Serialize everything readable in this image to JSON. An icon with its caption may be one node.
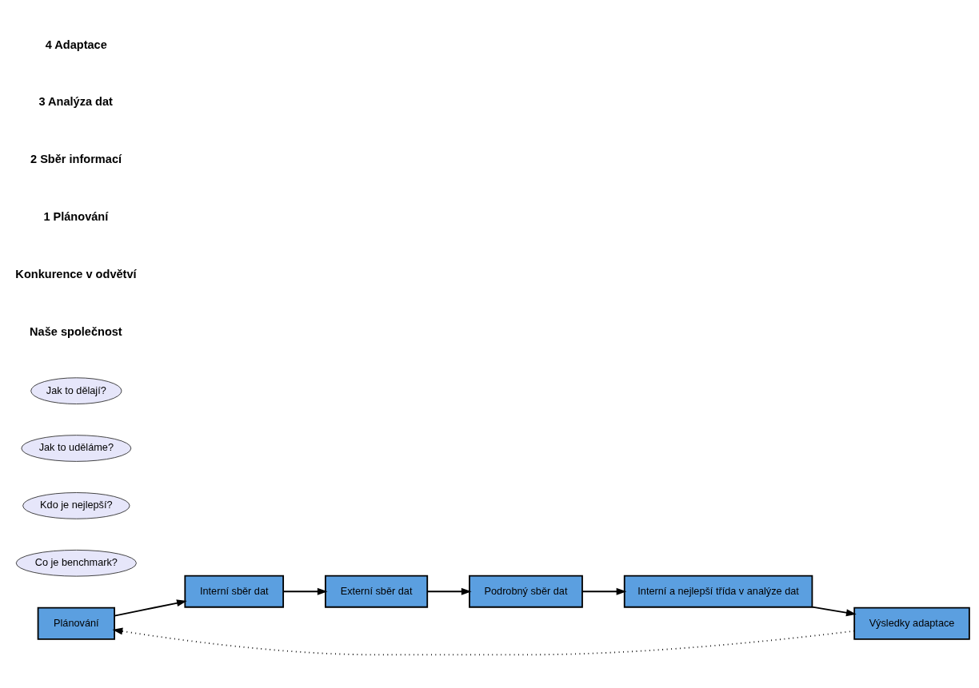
{
  "diagram": {
    "nodes": [
      {
        "text": [
          "Plánování"
        ]
      },
      {
        "text": [
          "Interní sběr dat"
        ]
      },
      {
        "text": [
          "Externí sběr dat"
        ]
      },
      {
        "text": [
          "Podrobný sběr dat"
        ]
      },
      {
        "text": [
          "Interní a nejlepší třída v analýze dat"
        ]
      },
      {
        "text": [
          "Výsledky adaptace"
        ]
      },
      {
        "text": [
          "Co je benchmark?"
        ]
      },
      {
        "text": [
          "Kdo je nejlepší?"
        ]
      },
      {
        "text": [
          "Jak to uděláme?"
        ]
      },
      {
        "text": [
          "Jak to dělají?"
        ]
      }
    ],
    "edges": [
      {
        "from": 0,
        "to": 1,
        "arrow": "to"
      },
      {
        "from": 1,
        "to": 2,
        "arrow": "to"
      },
      {
        "from": 2,
        "to": 3,
        "arrow": "to"
      },
      {
        "from": 3,
        "to": 4,
        "arrow": "to"
      },
      {
        "from": 4,
        "to": 5,
        "arrow": "to"
      },
      {
        "from": 5,
        "to": 0,
        "arrow": "to",
        "style": "dashed"
      }
    ],
    "labels": [
      "Naše společnost",
      "Konkurence v odvětví",
      "1 Plánování",
      "2 Sběr informací",
      "3 Analýza dat",
      "4 Adaptace"
    ]
  }
}
